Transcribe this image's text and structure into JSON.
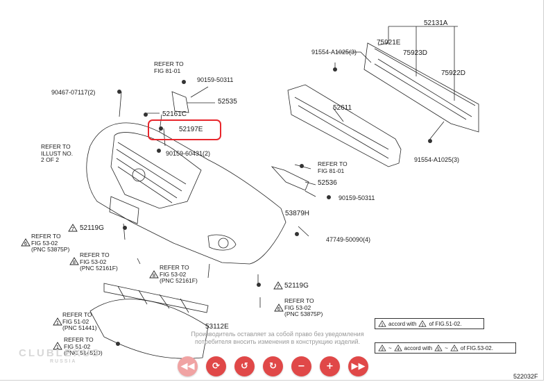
{
  "diagram": {
    "part_labels": {
      "p52131A": "52131A",
      "p75921E": "75921E",
      "p75923D": "75923D",
      "p75922D": "75922D",
      "p91554_top": "91554-A1025(3)",
      "p91554_bottom": "91554-A1025(3)",
      "p52611": "52611",
      "p90467": "90467-07117(2)",
      "p90159_50311_top": "90159-50311",
      "p52535": "52535",
      "p52161C": "52161C",
      "p52197E": "52197E",
      "p90159_60431": "90159-60431(2)",
      "p52536": "52536",
      "p90159_50311_right": "90159-50311",
      "p53879H": "53879H",
      "p47749": "47749-50090(4)",
      "p52119G_left": "52119G",
      "p52119G_right": "52119G",
      "p53112E": "53112E"
    },
    "refs": {
      "fig81_top": [
        "REFER TO",
        "FIG 81-01"
      ],
      "fig81_right": [
        "REFER TO",
        "FIG 81-01"
      ],
      "illust": [
        "REFER TO",
        "ILLUST NO.",
        "2 OF 2"
      ],
      "fig53_left": [
        "REFER TO",
        "FIG 53-02",
        "(PNC 53875P)"
      ],
      "fig53_mid": [
        "REFER TO",
        "FIG 53-02",
        "(PNC 52161F)"
      ],
      "fig53_center": [
        "REFER TO",
        "FIG 53-02",
        "(PNC 52161F)"
      ],
      "fig53_right": [
        "REFER TO",
        "FIG 53-02",
        "(PNC 53875P)"
      ],
      "fig51_a": [
        "REFER TO",
        "FIG 51-02",
        "(PNC 51441)"
      ],
      "fig51_b": [
        "REFER TO",
        "FIG 51-02",
        "(PNC 51451D)"
      ]
    },
    "tri_numbers": {
      "t7": "7",
      "t6": "6",
      "t8": "8",
      "t1": "1",
      "t3": "3",
      "t5": "5"
    },
    "legend": {
      "row1_text": "accord with",
      "row1_tail": "of FIG.51-02.",
      "row1_a": "1",
      "row1_b": "1",
      "row2_text": "accord with",
      "row2_tail": "of FIG.53-02.",
      "row2_a": "3",
      "row2_tilde": "~",
      "row2_b": "4",
      "row2_c": "5",
      "row2_d": "7"
    },
    "notice_line1": "Производитель оставляет за собой право без уведомления",
    "notice_line2": "потребителя вносить изменения в конструкцию изделий.",
    "diagram_id": "522032F",
    "highlight_color": "#e8262c"
  },
  "watermark": {
    "main": "CLUBLEXUS",
    "sub": "RUSSIA"
  },
  "toolbar": {
    "first": "◀◀",
    "rotate_cw": "⟳",
    "rotate_ccw_a": "↺",
    "rotate_ccw_b": "↻",
    "zoom_out": "−",
    "zoom_in": "+",
    "last": "▶▶"
  }
}
